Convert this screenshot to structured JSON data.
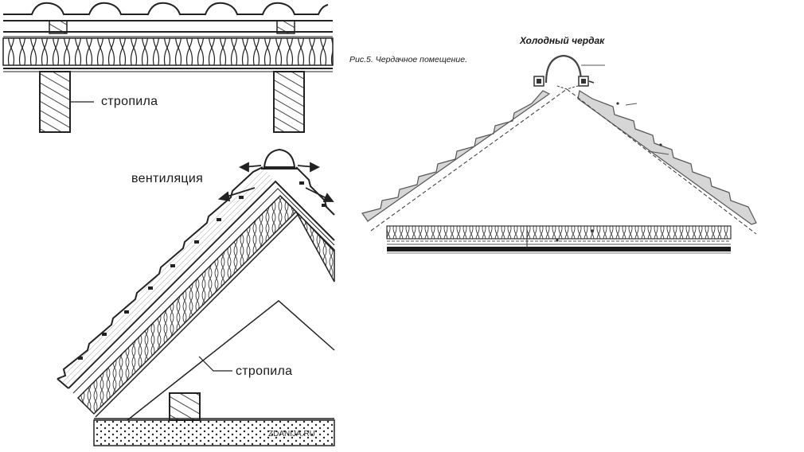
{
  "top_detail": {
    "rafter_label": "стропила"
  },
  "bottom_detail": {
    "ventilation_label": "вентиляция",
    "rafter_label": "стропила",
    "watermark": "ZDANIJA.RU"
  },
  "right_detail": {
    "title": "Холодный чердак",
    "caption": "Рис.5. Чердачное помещение."
  }
}
